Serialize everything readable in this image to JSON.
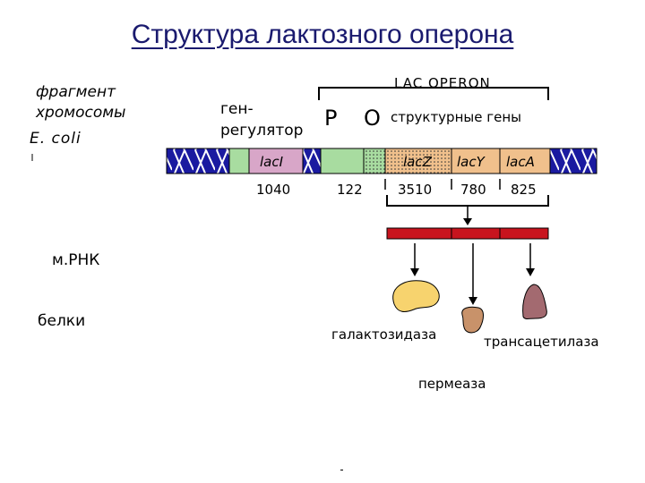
{
  "title": "Структура лактозного оперона",
  "labels": {
    "fragment_line1": "фрагмент",
    "fragment_line2": "хромосомы",
    "organism": "E. coli",
    "regulator_gene_line1": "ген-",
    "regulator_gene_line2": "регулятор",
    "operon": "LAC OPERON",
    "promoter": "P",
    "operator": "O",
    "structural_genes": "структурные гены",
    "mrna": "м.РНК",
    "proteins": "белки"
  },
  "genes": [
    {
      "name": "lacI",
      "length": "1040",
      "color": "#d8a6c8"
    },
    {
      "name": "lacZ",
      "length": "3510",
      "color": "#f0c08c"
    },
    {
      "name": "lacY",
      "length": "780",
      "color": "#f0c08c"
    },
    {
      "name": "lacA",
      "length": "825",
      "color": "#f0c08c"
    }
  ],
  "po_length": "122",
  "proteins": {
    "galactosidase": "галактозидаза",
    "transacetylase": "трансацетилаза",
    "permease": "пермеаза"
  },
  "colors": {
    "flank": "#1a1aa0",
    "regulatory": "#a8dca0",
    "mrna": "#c8141e",
    "galactosidase": "#f7d36e",
    "permease": "#c8926a",
    "transacetylase": "#a36a70"
  }
}
